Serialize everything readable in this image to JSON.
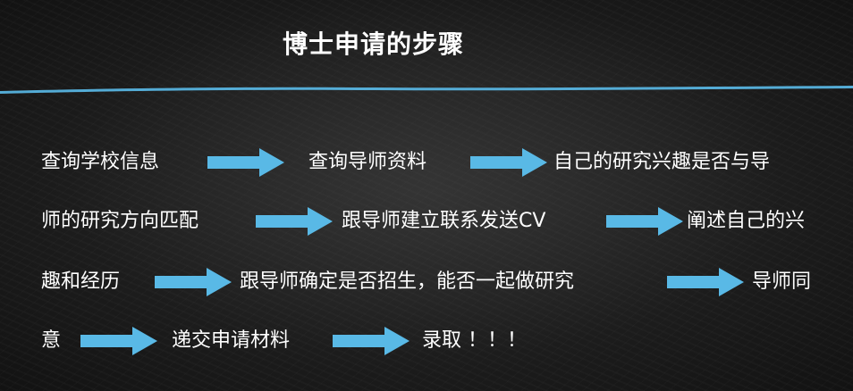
{
  "title": "博士申请的步骤",
  "colors": {
    "accent": "#59b9e6",
    "text": "#ffffff",
    "background": "#1e1e1e"
  },
  "steps": {
    "s1": "查询学校信息",
    "s2": "查询导师资料",
    "s3": "自己的研究兴趣是否与导",
    "s4": "师的研究方向匹配",
    "s5": "跟导师建立联系发送CV",
    "s6": "阐述自己的兴",
    "s7": "趣和经历",
    "s8": "跟导师确定是否招生，能否一起做研究",
    "s9": "导师同",
    "s10": "意",
    "s11": "递交申请材料",
    "s12": "录取 ！！！"
  }
}
